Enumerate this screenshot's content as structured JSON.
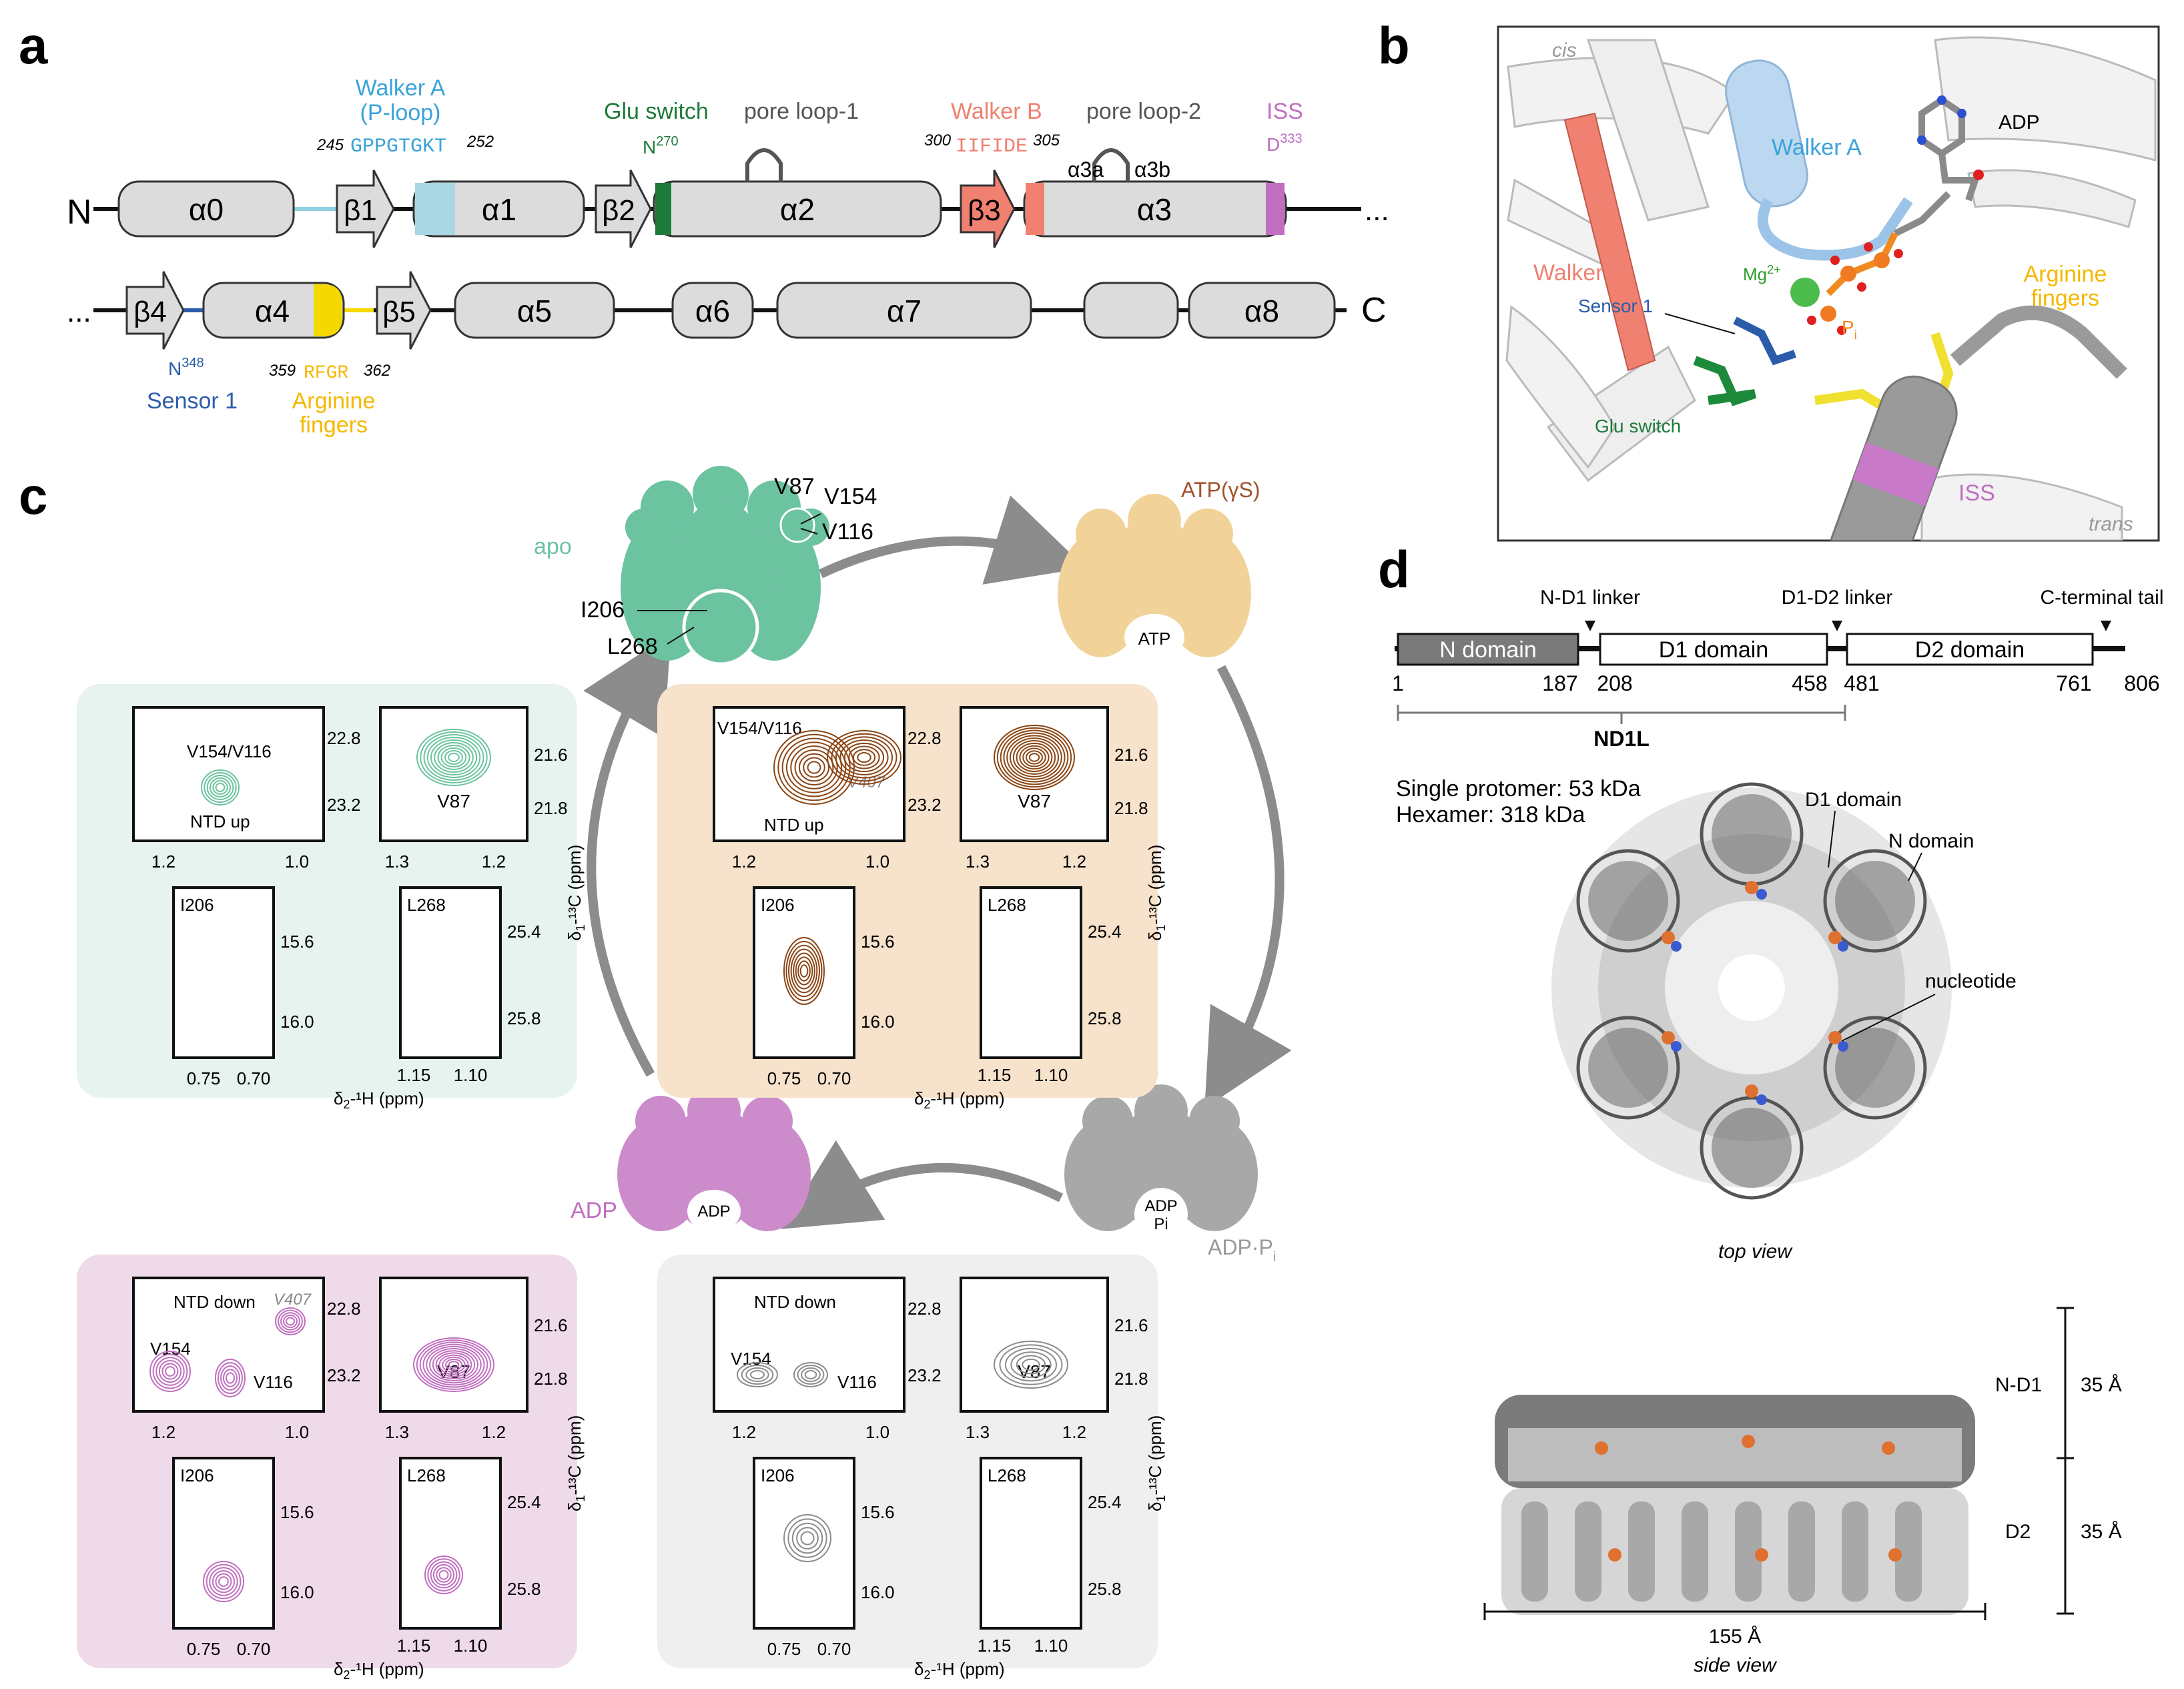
{
  "panel_labels": {
    "a": "a",
    "b": "b",
    "c": "c",
    "d": "d"
  },
  "colors": {
    "walkerA": "#3aa3d8",
    "glu": "#1c7a3a",
    "walkerB": "#f08070",
    "iss": "#c06fc0",
    "sensor1": "#2a5caa",
    "arg": "#f5b800",
    "apo": "#6cc3a0",
    "atp": "#f1d39a",
    "adp": "#cc8ccc",
    "adppi": "#a8a8a8",
    "apoBg": "#e6f3ee",
    "atpBg": "#f7e2cc",
    "adpBg": "#efdaea",
    "adppiBg": "#efefef",
    "grey": "#dcdcdc",
    "brown": "#8b4513"
  },
  "panel_a": {
    "row1": {
      "n_term": "N",
      "a0": "α0",
      "b1": "β1",
      "a1": "α1",
      "b2": "β2",
      "a2": "α2",
      "b3": "β3",
      "a3": "α3",
      "a3a": "α3a",
      "a3b": "α3b",
      "dots": "..."
    },
    "row2": {
      "dots": "...",
      "b4": "β4",
      "a4": "α4",
      "b5": "β5",
      "a5": "α5",
      "a6": "α6",
      "a7": "α7",
      "a8": "α8",
      "c_term": "C"
    },
    "walkerA": {
      "line1": "Walker A",
      "line2": "(P-loop)",
      "start": "245",
      "seq": "GPPGTGKT",
      "end": "252"
    },
    "glu": {
      "label": "Glu switch",
      "res": "N",
      "num": "270"
    },
    "pore1": "pore loop-1",
    "walkerB": {
      "label": "Walker B",
      "start": "300",
      "seq": "IIFIDE",
      "end": "305"
    },
    "pore2": "pore loop-2",
    "iss": {
      "label": "ISS",
      "res": "D",
      "num": "333"
    },
    "sensor1": {
      "res": "N",
      "num": "348",
      "label": "Sensor 1"
    },
    "arg": {
      "start": "359",
      "seq": "RFGR",
      "end": "362",
      "line1": "Arginine",
      "line2": "fingers"
    }
  },
  "panel_b": {
    "cis": "cis",
    "trans": "trans",
    "adp": "ADP",
    "walkerA": "Walker A",
    "walkerB": "Walker B",
    "mg": "Mg",
    "mg_sup": "2+",
    "sensor1": "Sensor 1",
    "pi": "P",
    "pi_sub": "i",
    "arg1": "Arginine",
    "arg2": "fingers",
    "glu": "Glu switch",
    "iss": "ISS"
  },
  "panel_c": {
    "states": {
      "apo": "apo",
      "atp": "ATP(γS)",
      "adp": "ADP",
      "adppi": "ADP·P",
      "adppi_sub": "i",
      "atp_center": "ATP",
      "adp_center": "ADP",
      "adppi_center1": "ADP",
      "adppi_center2": "Pi"
    },
    "labels_hexamer": {
      "v87": "V87",
      "v154": "V154",
      "v116": "V116",
      "i206": "I206",
      "l268": "L268"
    },
    "spectra": {
      "v154v116": "V154/V116",
      "ntd_up": "NTD up",
      "ntd_down": "NTD down",
      "v407": "V407",
      "v87": "V87",
      "v154": "V154",
      "v116": "V116",
      "i206": "I206",
      "l268": "L268",
      "h_axis": "δ",
      "h_axis_sub": "2",
      "h_axis_rest": "-¹H (ppm)",
      "c_axis": "δ",
      "c_axis_sub": "1",
      "c_axis_rest": "-¹³C (ppm)",
      "ticks": {
        "t1_2": "1.2",
        "t1_0": "1.0",
        "t1_3": "1.3",
        "t22_8": "22.8",
        "t23_2": "23.2",
        "t21_6": "21.6",
        "t21_8": "21.8",
        "t15_6": "15.6",
        "t16_0": "16.0",
        "t25_4": "25.4",
        "t25_8": "25.8",
        "t0_75": "0.75",
        "t0_70": "0.70",
        "t1_15": "1.15",
        "t1_10": "1.10"
      }
    }
  },
  "panel_d": {
    "linkers": {
      "nd1": "N-D1 linker",
      "d1d2": "D1-D2 linker",
      "ctail": "C-terminal tail"
    },
    "domains": {
      "n": "N domain",
      "d1": "D1 domain",
      "d2": "D2 domain"
    },
    "numbers": {
      "n1": "1",
      "n187": "187",
      "n208": "208",
      "n458": "458",
      "n481": "481",
      "n761": "761",
      "n806": "806"
    },
    "nd1l": "ND1L",
    "mass1": "Single protomer: 53 kDa",
    "mass2": "Hexamer: 318 kDa",
    "callouts": {
      "d1": "D1 domain",
      "n": "N domain",
      "nuc": "nucleotide"
    },
    "top_view": "top view",
    "side_view": "side view",
    "nd1_label": "N-D1",
    "d2_label": "D2",
    "h1": "35 Å",
    "h2": "35 Å",
    "width": "155 Å"
  }
}
